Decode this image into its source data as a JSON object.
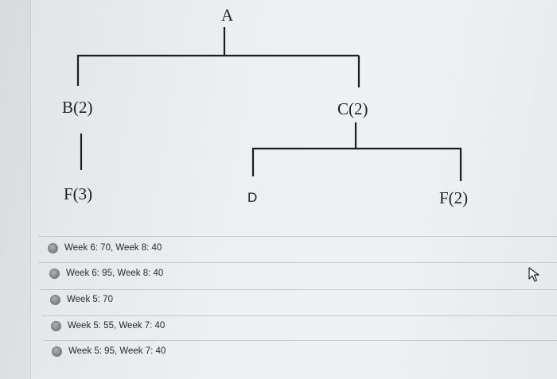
{
  "tree": {
    "nodes": {
      "root": "A",
      "b": "B(2)",
      "c": "C(2)",
      "f_left": "F(3)",
      "d": "D",
      "f_right": "F(2)"
    }
  },
  "options": [
    {
      "label": "Week 6: 70, Week 8: 40"
    },
    {
      "label": "Week 6: 95, Week 8: 40"
    },
    {
      "label": "Week 5: 70"
    },
    {
      "label": "Week 5: 55, Week 7: 40"
    },
    {
      "label": "Week 5: 95, Week 7: 40"
    }
  ],
  "colors": {
    "line": "#1e1e1e",
    "radio": "#8a8a8a",
    "background": "#e9eaec"
  },
  "icons": {
    "cursor": "mouse-pointer-icon"
  }
}
